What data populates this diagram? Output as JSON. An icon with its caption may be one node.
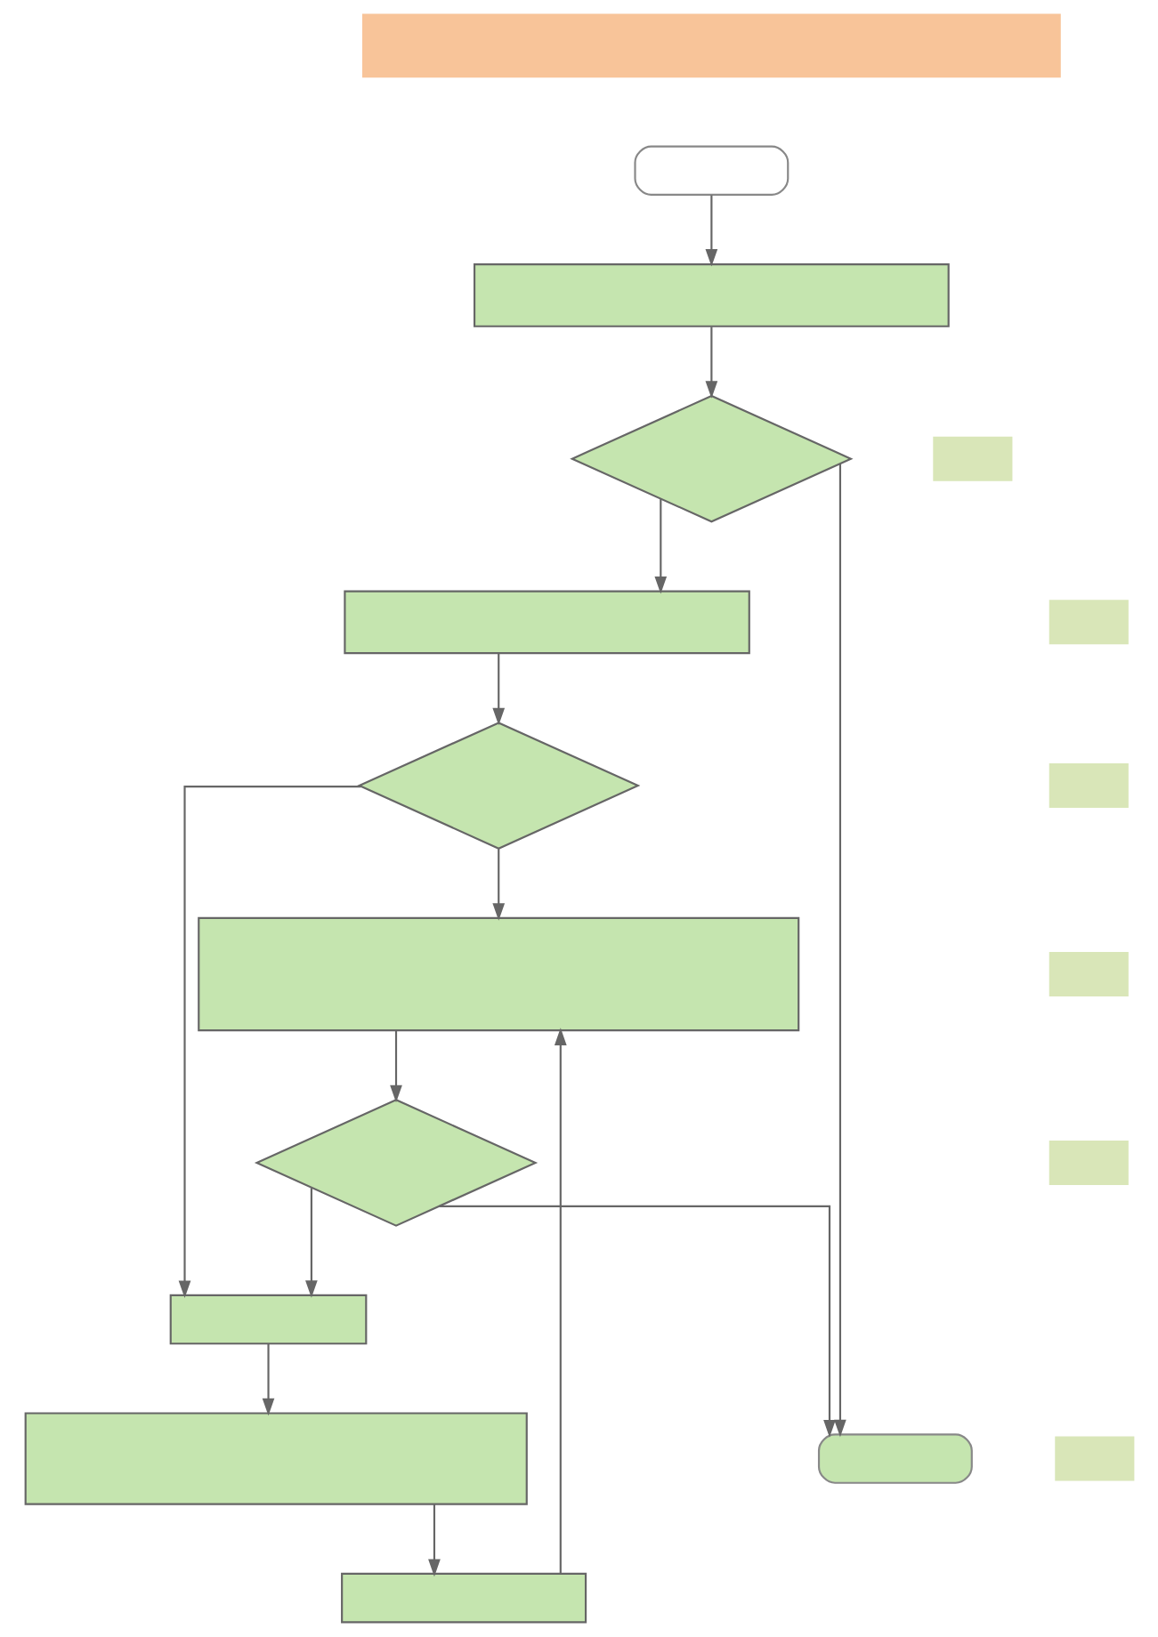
{
  "diagram": {
    "nodes": [
      {
        "text": [],
        "shape": "bar"
      },
      {
        "text": [],
        "shape": "capsule"
      },
      {
        "text": [],
        "shape": "box"
      },
      {
        "text": [],
        "shape": "diamond"
      },
      {
        "text": [],
        "shape": "box"
      },
      {
        "text": [],
        "shape": "diamond"
      },
      {
        "text": [],
        "shape": "box"
      },
      {
        "text": [],
        "shape": "box"
      },
      {
        "text": [],
        "shape": "diamond"
      },
      {
        "text": [],
        "shape": "box"
      },
      {
        "text": [],
        "shape": "box"
      },
      {
        "text": [],
        "shape": "capsule"
      },
      {
        "text": [],
        "shape": "tag"
      },
      {
        "text": [],
        "shape": "tag"
      },
      {
        "text": [],
        "shape": "tag"
      },
      {
        "text": [],
        "shape": "tag"
      },
      {
        "text": [],
        "shape": "tag"
      },
      {
        "text": [],
        "shape": "tag"
      }
    ],
    "edges": [
      {
        "from": 1,
        "to": 2,
        "arrow": "to"
      },
      {
        "from": 2,
        "to": 3,
        "arrow": "to"
      },
      {
        "from": 3,
        "to": 11,
        "arrow": "to"
      },
      {
        "from": 3,
        "to": 4,
        "arrow": "to"
      },
      {
        "from": 4,
        "to": 5,
        "arrow": "to"
      },
      {
        "from": 5,
        "to": 6,
        "arrow": "to"
      },
      {
        "from": 5,
        "to": 7,
        "arrow": "to"
      },
      {
        "from": 6,
        "to": 8,
        "arrow": "to"
      },
      {
        "from": 8,
        "to": 11,
        "arrow": "to"
      },
      {
        "from": 8,
        "to": 7,
        "arrow": "to"
      },
      {
        "from": 7,
        "to": 9,
        "arrow": "to"
      },
      {
        "from": 9,
        "to": 10,
        "arrow": "to"
      },
      {
        "from": 10,
        "to": 6,
        "arrow": "to"
      }
    ]
  }
}
